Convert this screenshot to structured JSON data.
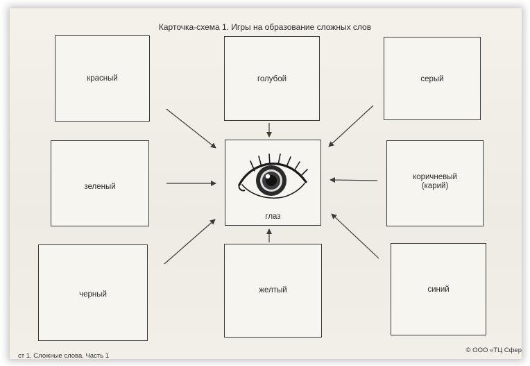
{
  "title": "Карточка-схема 1. Игры на образование сложных слов",
  "cards": {
    "top_left": "красный",
    "top_center": "голубой",
    "top_right": "серый",
    "middle_left": "зеленый",
    "center": "глаз",
    "middle_right_line1": "коричневый",
    "middle_right_line2": "(карий)",
    "bottom_left": "черный",
    "bottom_center": "желтый",
    "bottom_right": "синий"
  },
  "footer": {
    "left": "ст 1. Сложные слова. Часть 1",
    "right": "© ООО «ТЦ Сфер"
  }
}
